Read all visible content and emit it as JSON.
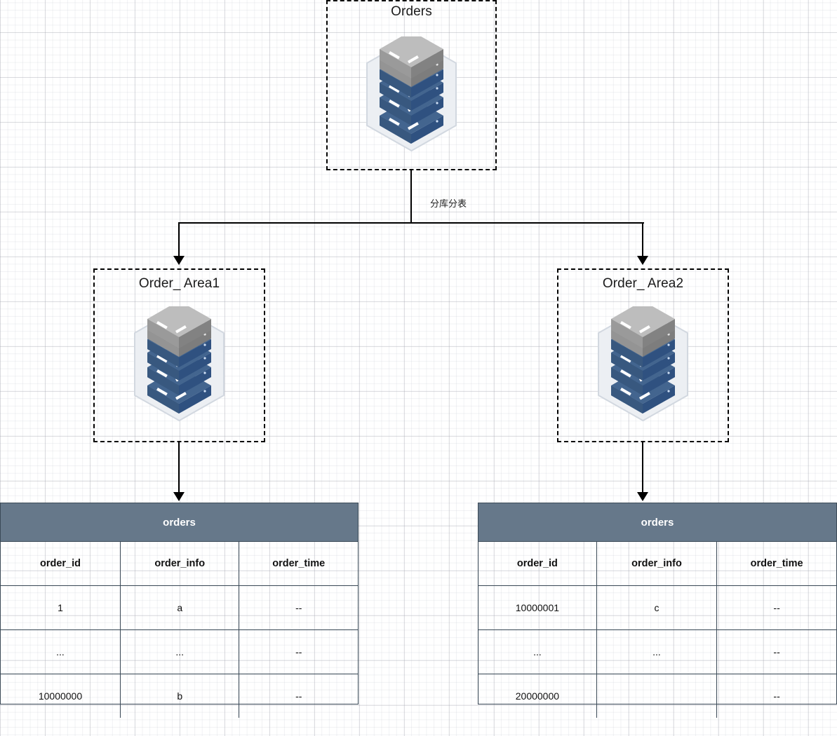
{
  "diagram": {
    "title": "",
    "edge_label": "分库分表",
    "colors": {
      "table_header_bg": "#66788a",
      "table_border": "#3b4a57",
      "server_blue": "#43658f",
      "server_gray": "#9d9d9d",
      "connector": "#000000"
    },
    "nodes": [
      {
        "id": "root",
        "label": "Orders",
        "icon": "server-rack-icon"
      },
      {
        "id": "area1",
        "label": "Order_ Area1",
        "icon": "server-rack-icon"
      },
      {
        "id": "area2",
        "label": "Order_ Area2",
        "icon": "server-rack-icon"
      }
    ]
  },
  "tables": {
    "left": {
      "title": "orders",
      "columns": [
        "order_id",
        "order_info",
        "order_time"
      ],
      "rows": [
        [
          "1",
          "a",
          "--"
        ],
        [
          "...",
          "...",
          "--"
        ],
        [
          "10000000",
          "b",
          "--"
        ]
      ]
    },
    "right": {
      "title": "orders",
      "columns": [
        "order_id",
        "order_info",
        "order_time"
      ],
      "rows": [
        [
          "10000001",
          "c",
          "--"
        ],
        [
          "...",
          "...",
          "--"
        ],
        [
          "20000000",
          "",
          "--"
        ]
      ]
    }
  }
}
